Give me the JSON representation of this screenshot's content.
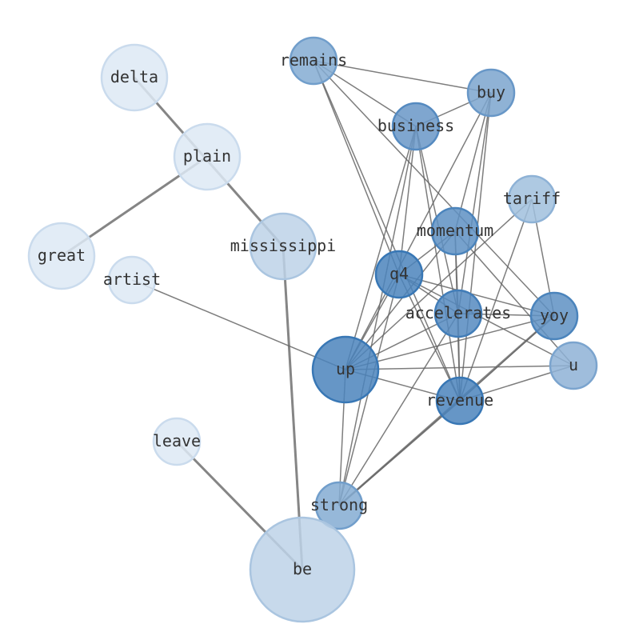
{
  "nodes": [
    {
      "id": "remains",
      "label": "remains",
      "weight": 0.55
    },
    {
      "id": "buy",
      "label": "buy",
      "weight": 0.6
    },
    {
      "id": "business",
      "label": "business",
      "weight": 0.7
    },
    {
      "id": "tariff",
      "label": "tariff",
      "weight": 0.4
    },
    {
      "id": "momentum",
      "label": "momentum",
      "weight": 0.75
    },
    {
      "id": "q4",
      "label": "q4",
      "weight": 0.85
    },
    {
      "id": "accelerates",
      "label": "accelerates",
      "weight": 0.8
    },
    {
      "id": "yoy",
      "label": "yoy",
      "weight": 0.75
    },
    {
      "id": "u",
      "label": "u",
      "weight": 0.5
    },
    {
      "id": "up",
      "label": "up",
      "weight": 0.85
    },
    {
      "id": "revenue",
      "label": "revenue",
      "weight": 0.85
    },
    {
      "id": "strong",
      "label": "strong",
      "weight": 0.55
    },
    {
      "id": "be",
      "label": "be",
      "weight": 0.25
    },
    {
      "id": "mississippi",
      "label": "mississippi",
      "weight": 0.25
    },
    {
      "id": "delta",
      "label": "delta",
      "weight": 0.08
    },
    {
      "id": "plain",
      "label": "plain",
      "weight": 0.08
    },
    {
      "id": "great",
      "label": "great",
      "weight": 0.08
    },
    {
      "id": "artist",
      "label": "artist",
      "weight": 0.08
    },
    {
      "id": "leave",
      "label": "leave",
      "weight": 0.08
    }
  ],
  "edges": [
    [
      "delta",
      "mississippi",
      3
    ],
    [
      "plain",
      "great",
      3
    ],
    [
      "mississippi",
      "be",
      3
    ],
    [
      "leave",
      "be",
      3
    ],
    [
      "strong",
      "yoy",
      2.5
    ],
    [
      "strong",
      "revenue",
      2
    ],
    [
      "artist",
      "up",
      1.5
    ],
    [
      "remains",
      "buy",
      1.5
    ],
    [
      "remains",
      "business",
      1.5
    ],
    [
      "remains",
      "q4",
      1.5
    ],
    [
      "remains",
      "revenue",
      1.5
    ],
    [
      "remains",
      "yoy",
      1.5
    ],
    [
      "business",
      "buy",
      1.5
    ],
    [
      "business",
      "up",
      1.5
    ],
    [
      "business",
      "q4",
      1.5
    ],
    [
      "business",
      "accelerates",
      1.5
    ],
    [
      "business",
      "revenue",
      1.5
    ],
    [
      "business",
      "strong",
      1.5
    ],
    [
      "buy",
      "up",
      1.5
    ],
    [
      "buy",
      "momentum",
      1.5
    ],
    [
      "buy",
      "accelerates",
      1.5
    ],
    [
      "buy",
      "revenue",
      1.5
    ],
    [
      "tariff",
      "up",
      1.5
    ],
    [
      "tariff",
      "revenue",
      1.5
    ],
    [
      "tariff",
      "yoy",
      1.5
    ],
    [
      "momentum",
      "q4",
      1.5
    ],
    [
      "momentum",
      "up",
      1.5
    ],
    [
      "momentum",
      "revenue",
      1.5
    ],
    [
      "momentum",
      "u",
      1.5
    ],
    [
      "momentum",
      "accelerates",
      1.5
    ],
    [
      "q4",
      "up",
      1.5
    ],
    [
      "q4",
      "accelerates",
      1.5
    ],
    [
      "q4",
      "yoy",
      1.5
    ],
    [
      "q4",
      "u",
      1.5
    ],
    [
      "q4",
      "revenue",
      1.5
    ],
    [
      "q4",
      "strong",
      1.5
    ],
    [
      "accelerates",
      "up",
      1.5
    ],
    [
      "accelerates",
      "yoy",
      1.5
    ],
    [
      "accelerates",
      "strong",
      1.5
    ],
    [
      "accelerates",
      "revenue",
      1.5
    ],
    [
      "up",
      "yoy",
      1.5
    ],
    [
      "up",
      "u",
      1.5
    ],
    [
      "up",
      "strong",
      1.5
    ],
    [
      "up",
      "revenue",
      1.5
    ],
    [
      "revenue",
      "u",
      1.5
    ],
    [
      "revenue",
      "yoy",
      1.5
    ]
  ],
  "colors": {
    "edge": "#666666",
    "node_dark": "#2f70b1",
    "node_light": "#c6dbef"
  }
}
